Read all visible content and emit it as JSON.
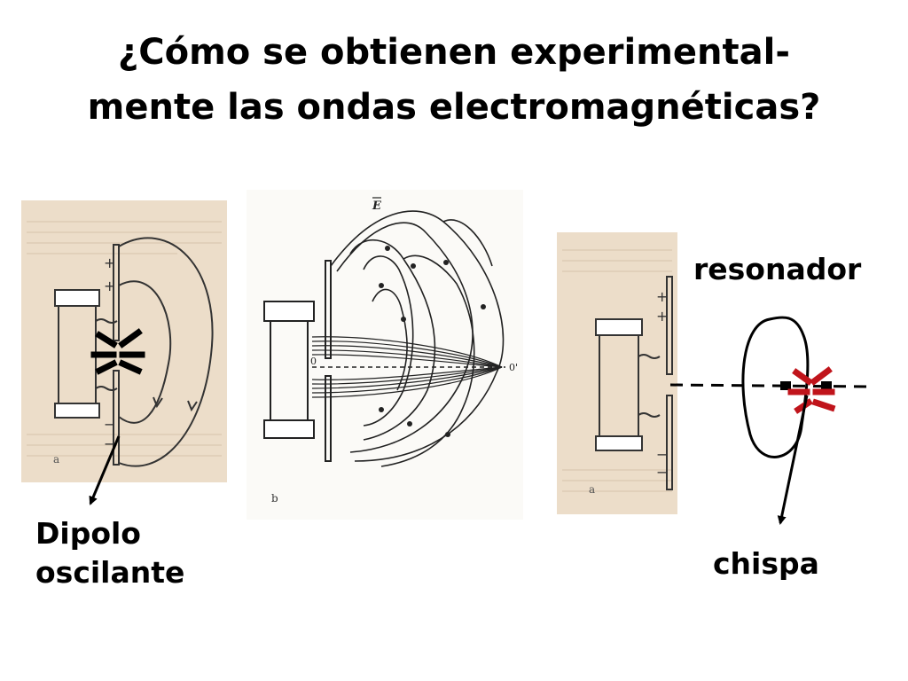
{
  "slide": {
    "title_line1": "¿Cómo se obtienen experimental-",
    "title_line2": "mente las ondas electromagnéticas?"
  },
  "labels": {
    "resonator": "resonador",
    "dipole_line1": "Dipolo",
    "dipole_line2": "oscilante",
    "spark": "chispa"
  },
  "figure_marks": {
    "plus": "+",
    "minus": "−",
    "panel_a": "a",
    "panel_b": "b",
    "field_vector": "E",
    "axis_origin": "0",
    "axis_end": "0'"
  },
  "colors": {
    "paper": "#ecddc9",
    "spark_accent": "#c0141b"
  }
}
